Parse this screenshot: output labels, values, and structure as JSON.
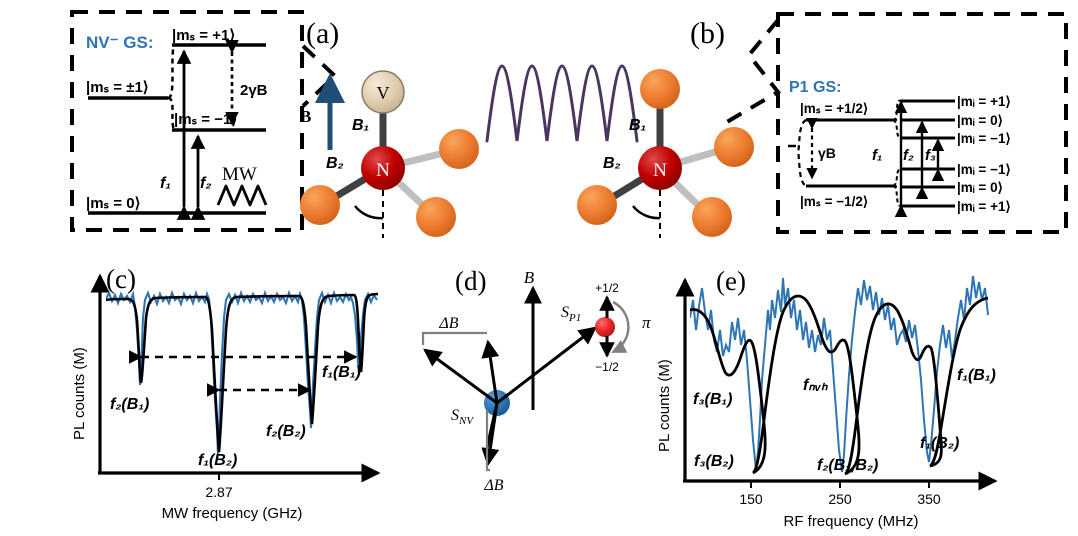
{
  "figure": {
    "panels": [
      {
        "id": "a",
        "label": "(a)"
      },
      {
        "id": "b",
        "label": "(b)"
      },
      {
        "id": "c",
        "label": "(c)"
      },
      {
        "id": "d",
        "label": "(d)"
      },
      {
        "id": "e",
        "label": "(e)"
      }
    ]
  },
  "colors": {
    "accent_blue": "#2E74B5",
    "data_blue": "#2E75B6",
    "fit_black": "#000000",
    "nitrogen_red": "#C00000",
    "carbon_orange": "#ED7D31",
    "vacancy_beige": "#E0CDB0",
    "wave_purple": "#4A3560",
    "arrow_navy": "#1F4E79",
    "p1_spin_red": "#E8262A",
    "nv_spin_blue": "#2E75B6",
    "bond_gray": "#BFBFBF",
    "bond_dark": "#404040"
  },
  "panel_a": {
    "letter": "(a)",
    "inset_title": "NV⁻ GS:",
    "levels": [
      {
        "name": "ms_plus1",
        "label": "|mₛ = +1⟩"
      },
      {
        "name": "ms_pm1",
        "label": "|mₛ = ±1⟩"
      },
      {
        "name": "ms_minus1",
        "label": "|mₛ = −1⟩"
      },
      {
        "name": "ms_0",
        "label": "|mₛ = 0⟩"
      }
    ],
    "splitting_label": "2γB",
    "transitions": [
      "f₁",
      "f₂"
    ],
    "drive_label": "MW",
    "field_label": "B⃗",
    "molecule": {
      "vacancy_label": "V",
      "nitrogen_label": "N",
      "axis_labels": [
        "B₁",
        "B₂"
      ]
    }
  },
  "panel_b": {
    "letter": "(b)",
    "inset_title": "P1 GS:",
    "electron_levels": [
      {
        "name": "ms_plus_half",
        "label": "|mₛ = +1/2⟩"
      },
      {
        "name": "ms_minus_half",
        "label": "|mₛ = −1/2⟩"
      }
    ],
    "nuclear_levels_upper": [
      "|mᵢ = +1⟩",
      "|mᵢ = 0⟩",
      "|mᵢ = −1⟩"
    ],
    "nuclear_levels_lower": [
      "|mᵢ = −1⟩",
      "|mᵢ = 0⟩",
      "|mᵢ = +1⟩"
    ],
    "splitting_label": "γB",
    "transitions": [
      "f₁",
      "f₂",
      "f₃"
    ],
    "molecule": {
      "nitrogen_label": "N",
      "axis_labels": [
        "B₁",
        "B₂"
      ]
    }
  },
  "panel_c": {
    "letter": "(c)",
    "ylabel": "PL counts (M)",
    "xlabel": "MW frequency (GHz)",
    "xticks": [
      "2.87"
    ],
    "dip_labels": [
      "f₂(B₁)",
      "f₁(B₂)",
      "f₂(B₂)",
      "f₁(B₁)"
    ],
    "chart_data": {
      "type": "line",
      "title": "",
      "xlabel": "MW frequency (GHz)",
      "ylabel": "PL counts (M)",
      "xticks": [
        2.87
      ],
      "grid": false,
      "legend": "none",
      "series": [
        {
          "name": "data",
          "color": "#2E75B6",
          "style": "noisy"
        },
        {
          "name": "fit",
          "color": "#000000",
          "style": "smooth"
        }
      ],
      "dips": [
        {
          "label": "f₂(B₁)",
          "x_frac": 0.105,
          "depth": 0.62,
          "width": 0.012
        },
        {
          "label": "f₁(B₂)",
          "x_frac": 0.365,
          "depth": 0.95,
          "width": 0.012
        },
        {
          "label": "f₂(B₂)",
          "x_frac": 0.565,
          "depth": 0.8,
          "width": 0.012
        },
        {
          "label": "f₁(B₁)",
          "x_frac": 0.805,
          "depth": 0.44,
          "width": 0.012
        }
      ],
      "annotations": [
        {
          "name": "outer-splitting-arrow",
          "type": "double-arrow-dashed",
          "from_frac": 0.105,
          "to_frac": 0.805
        },
        {
          "name": "inner-splitting-arrow",
          "type": "double-arrow-dashed",
          "from_frac": 0.365,
          "to_frac": 0.565
        }
      ]
    }
  },
  "panel_d": {
    "letter": "(d)",
    "field_label": "B",
    "nv_spin_label": "Sₙᵥ",
    "nv_spin_label_plain": "S",
    "nv_spin_sub": "NV",
    "p1_spin_label_plain": "S",
    "p1_spin_sub": "P1",
    "delta_b_labels": [
      "ΔB",
      "ΔB"
    ],
    "p1_state_upper": "+1/2",
    "p1_state_lower": "−1/2",
    "pulse_label": "π"
  },
  "panel_e": {
    "letter": "(e)",
    "ylabel": "PL counts (M)",
    "xlabel": "RF frequency (MHz)",
    "xticks": [
      "150",
      "250",
      "350"
    ],
    "dip_labels": [
      "f₃(B₁)",
      "f₃(B₂)",
      "fₙᵥₕ",
      "f₂(B₁,B₂)",
      "f₁(B₂)",
      "f₁(B₁)"
    ],
    "chart_data": {
      "type": "line",
      "title": "",
      "xlabel": "RF frequency (MHz)",
      "ylabel": "PL counts (M)",
      "xticks": [
        150,
        250,
        350
      ],
      "xlim": [
        112,
        392
      ],
      "grid": false,
      "legend": "none",
      "series": [
        {
          "name": "data",
          "color": "#2E75B6",
          "style": "noisy"
        },
        {
          "name": "fit",
          "color": "#000000",
          "style": "smooth"
        }
      ],
      "dips": [
        {
          "label": "f₃(B₁)",
          "x": 133,
          "depth": 0.42
        },
        {
          "label": "f₃(B₂)",
          "x": 156,
          "depth": 1.0
        },
        {
          "label": "fₙᵥₕ",
          "x": 228,
          "depth": 0.33
        },
        {
          "label": "f₂(B₁,B₂)",
          "x": 254,
          "depth": 0.97
        },
        {
          "label": "f₁(B₂)",
          "x": 327,
          "depth": 0.88
        },
        {
          "label": "f₁(B₁)",
          "x": 348,
          "depth": 0.47
        }
      ]
    }
  }
}
